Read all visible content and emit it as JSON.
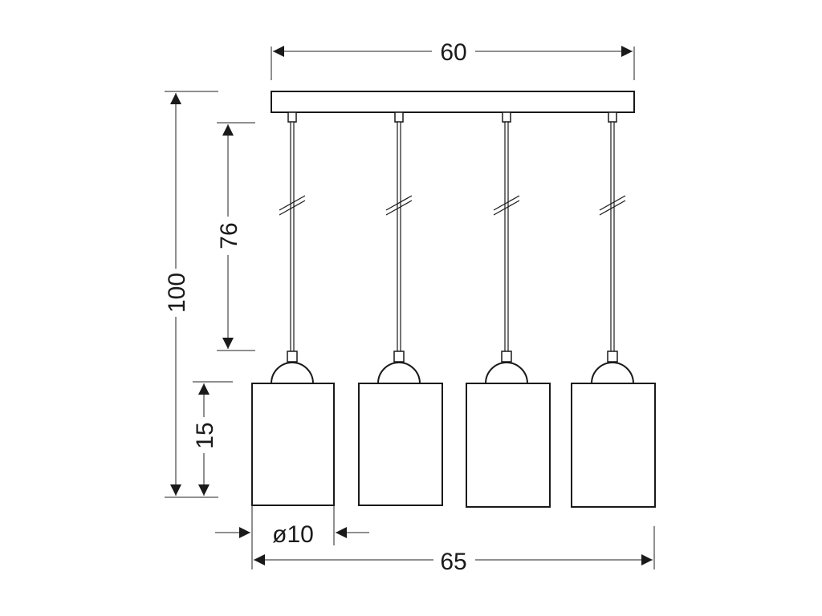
{
  "dimensions": {
    "canopy_width": "60",
    "total_height": "100",
    "cable_length": "76",
    "shade_height": "15",
    "shade_diameter": "ø10",
    "overall_width": "65"
  },
  "lamp_count": 4,
  "colors": {
    "line": "#1a1a1a",
    "background": "#ffffff"
  }
}
